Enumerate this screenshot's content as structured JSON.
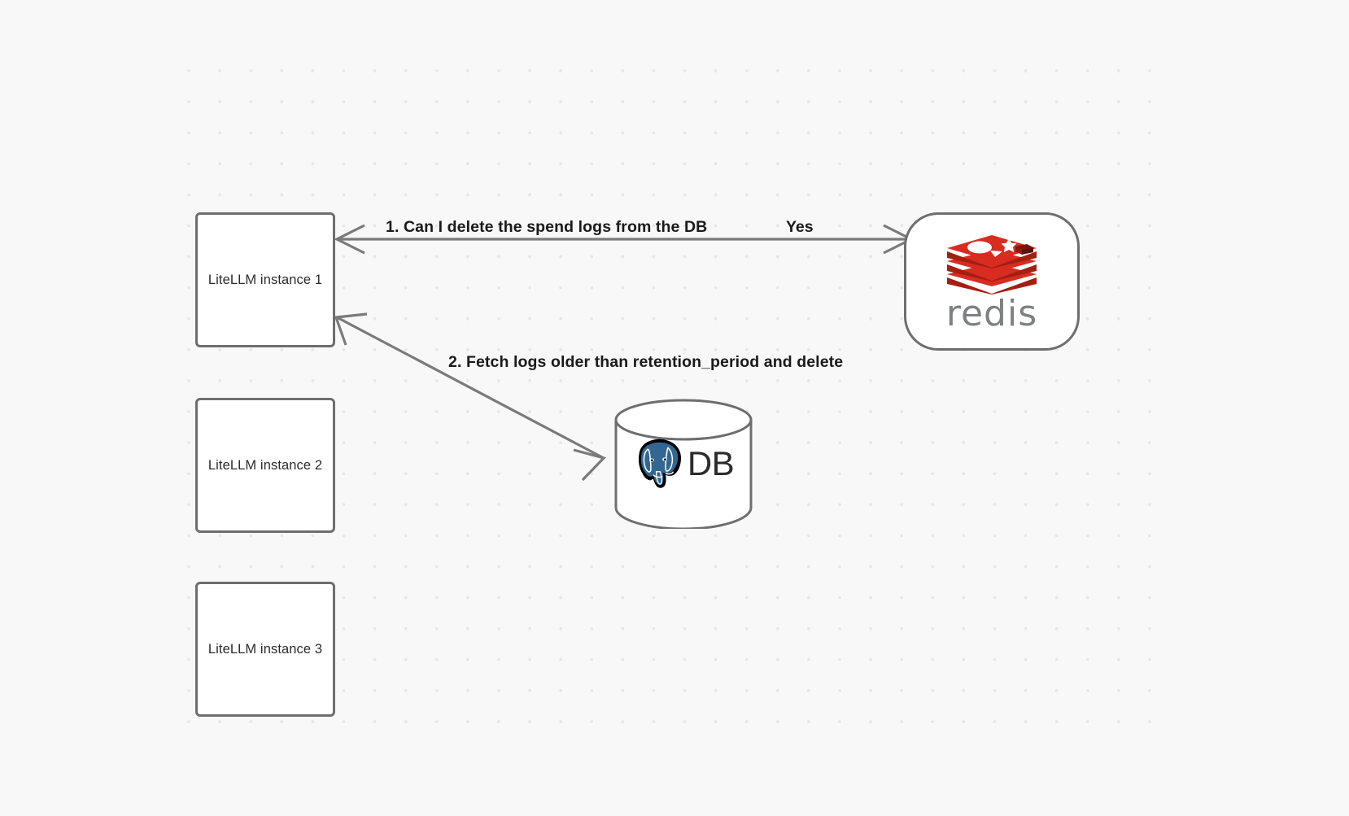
{
  "canvas": {
    "background_color": "#f8f8f8",
    "dot_color": "#e6e7e9",
    "grid_spacing": 38
  },
  "nodes": {
    "litellm": [
      {
        "id": "litellm-1",
        "label": "LiteLLM instance 1"
      },
      {
        "id": "litellm-2",
        "label": "LiteLLM instance 2"
      },
      {
        "id": "litellm-3",
        "label": "LiteLLM instance 3"
      }
    ],
    "redis": {
      "wordmark": "redis",
      "logo_color": "#d82c20",
      "logo_shadow_color": "#a41e11",
      "wordmark_color": "#7e8082",
      "icon": "redis-stack-logo"
    },
    "database": {
      "label": "DB",
      "icon": "postgresql-elephant-logo",
      "elephant_color": "#336791",
      "shape": "cylinder"
    }
  },
  "edges": [
    {
      "id": "edge-redis-request",
      "from": "litellm-1",
      "to": "redis",
      "label": "1.  Can I delete the spend logs from the DB",
      "reply_label": "Yes",
      "stroke_color": "#7a7a7a",
      "bidirectional": true
    },
    {
      "id": "edge-db-fetch",
      "from": "litellm-1",
      "to": "database",
      "label": "2.  Fetch logs older than retention_period and delete",
      "stroke_color": "#7a7a7a",
      "bidirectional": true
    }
  ]
}
